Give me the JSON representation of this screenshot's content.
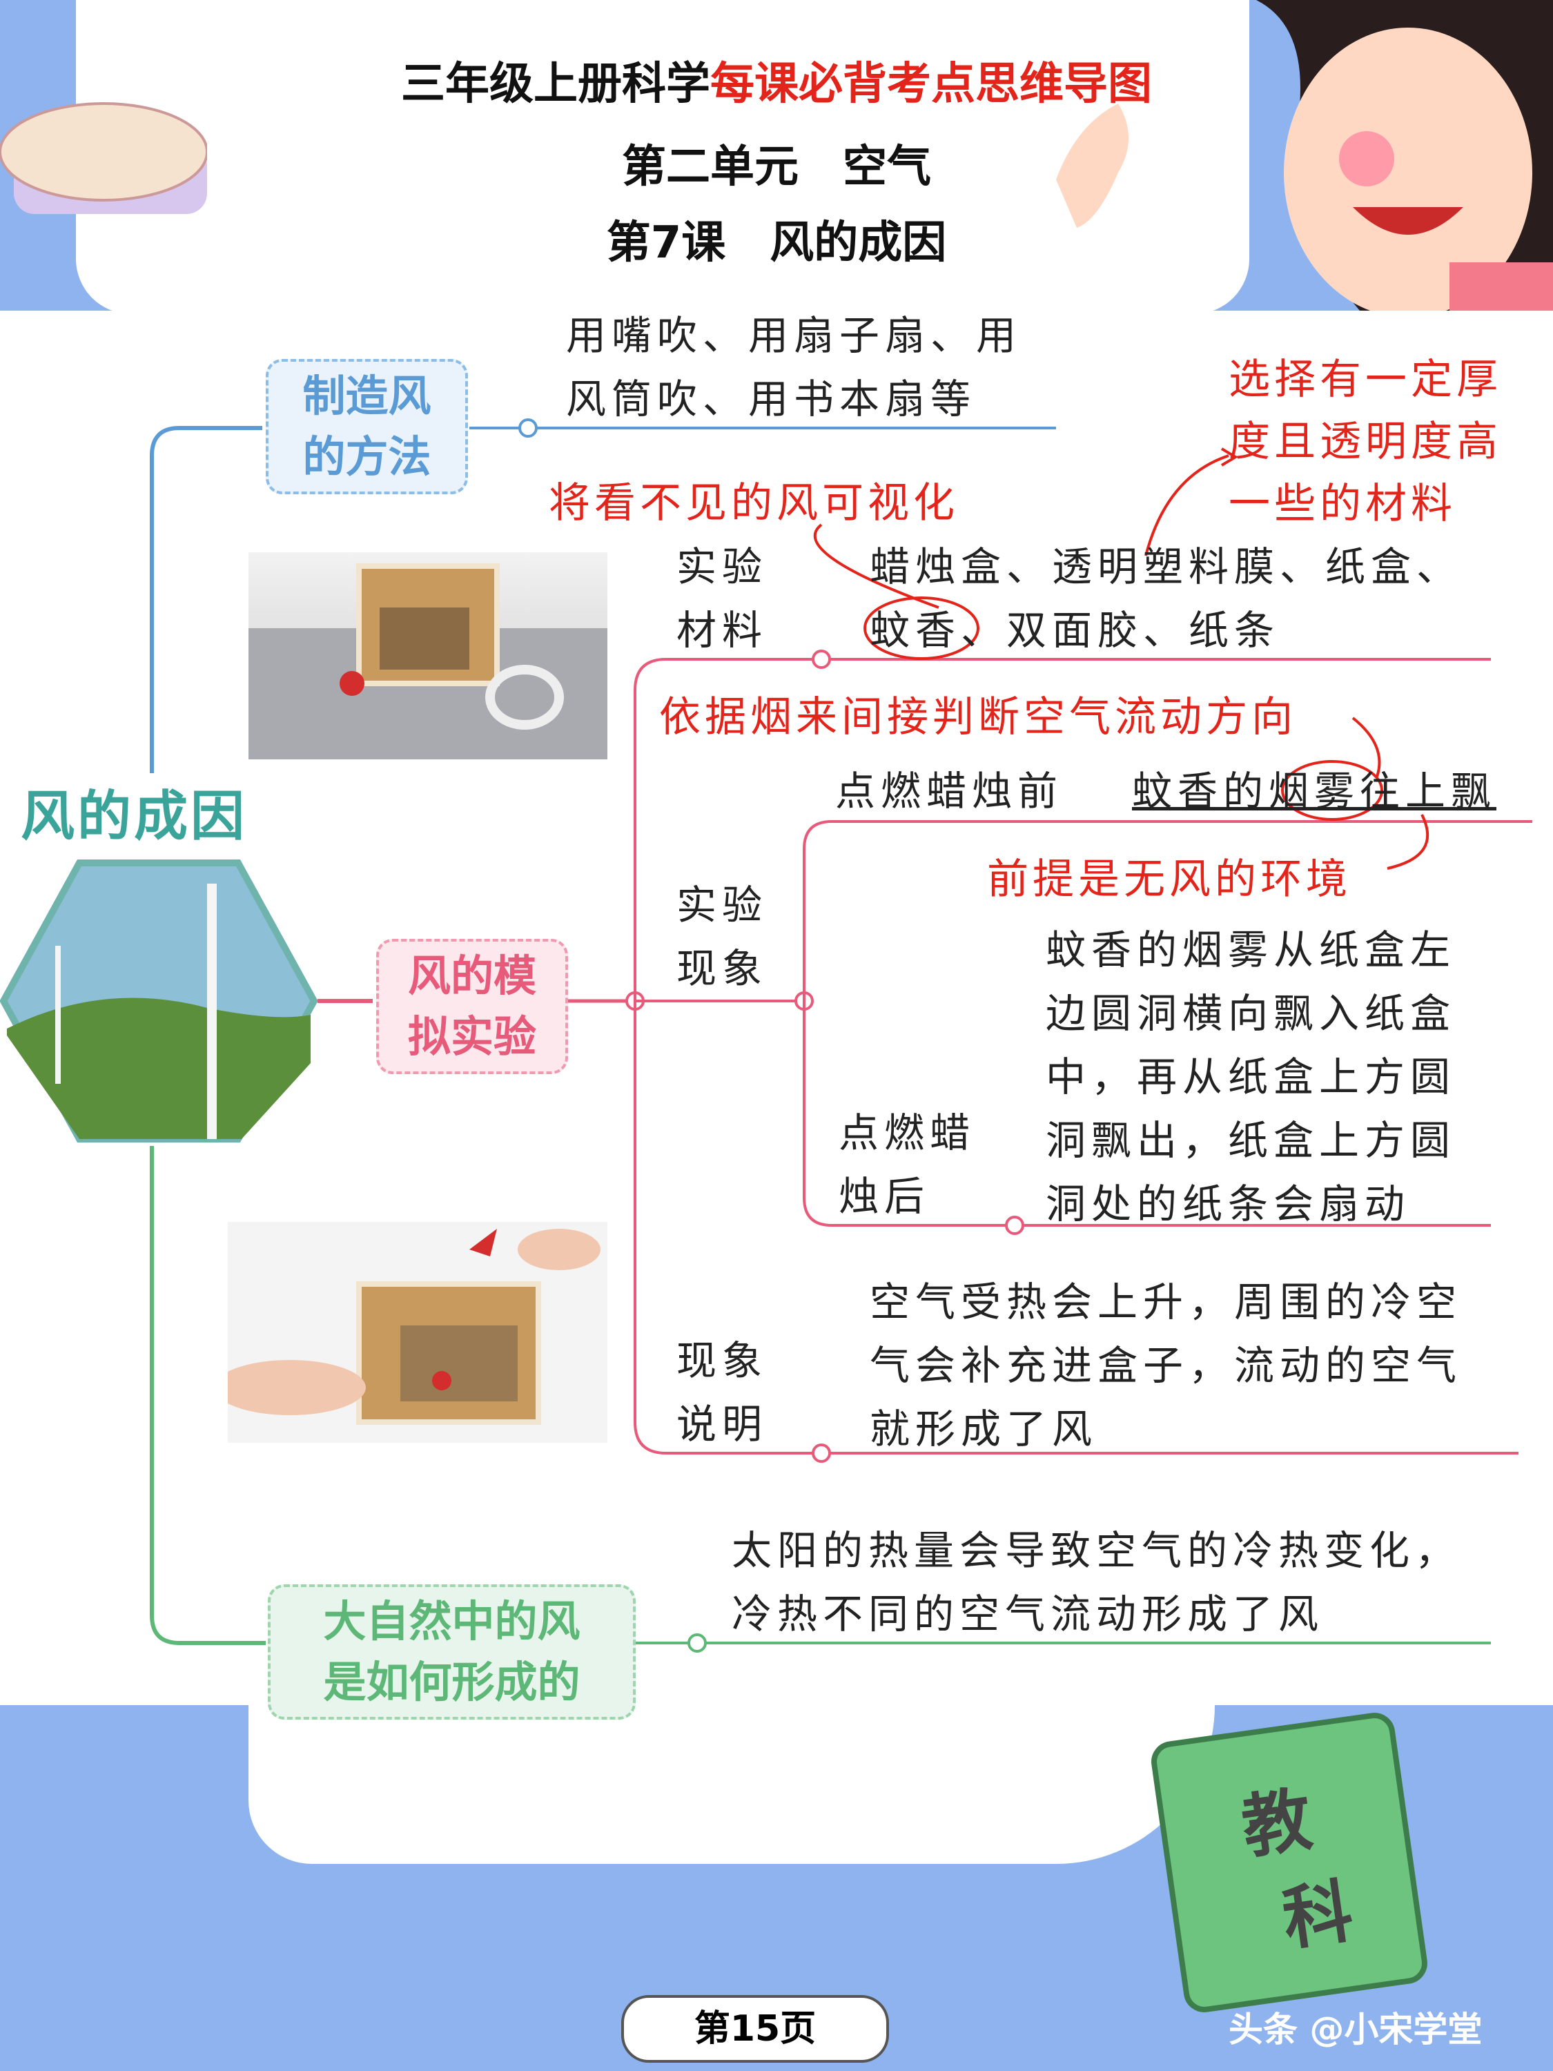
{
  "header": {
    "title_prefix": "三年级上册科学",
    "title_highlight": "每课必背考点思维导图",
    "unit": "第二单元　空气",
    "lesson": "第7课　风的成因"
  },
  "root": {
    "label": "风的成因"
  },
  "branch1": {
    "label_line1": "制造风",
    "label_line2": "的方法",
    "text_line1": "用嘴吹、用扇子扇、用",
    "text_line2": "风筒吹、用书本扇等"
  },
  "branch2": {
    "label_line1": "风的模",
    "label_line2": "拟实验",
    "note_visualize": "将看不见的风可视化",
    "note_material_line1": "选择有一定厚",
    "note_material_line2": "度且透明度高",
    "note_material_line3": "一些的材料",
    "materials_label_line1": "实验",
    "materials_label_line2": "材料",
    "materials_line1": "蜡烛盒、透明塑料膜、纸盒、",
    "materials_line2": "蚊香、双面胶、纸条",
    "note_smoke": "依据烟来间接判断空气流动方向",
    "phenomenon_label_line1": "实验",
    "phenomenon_label_line2": "现象",
    "before_label": "点燃蜡烛前",
    "before_text": "蚊香的烟雾往上飘",
    "note_no_wind": "前提是无风的环境",
    "after_label_line1": "点燃蜡",
    "after_label_line2": "烛后",
    "after_lines": [
      "蚊香的烟雾从纸盒左",
      "边圆洞横向飘入纸盒",
      "中，再从纸盒上方圆",
      "洞飘出，纸盒上方圆",
      "洞处的纸条会扇动"
    ],
    "explain_label_line1": "现象",
    "explain_label_line2": "说明",
    "explain_lines": [
      "空气受热会上升，周围的冷空",
      "气会补充进盒子，流动的空气",
      "就形成了风"
    ]
  },
  "branch3": {
    "label_line1": "大自然中的风",
    "label_line2": "是如何形成的",
    "text_line1": "太阳的热量会导致空气的冷热变化，",
    "text_line2": "冷热不同的空气流动形成了风"
  },
  "book": {
    "line1": "教",
    "line2": "科"
  },
  "footer": {
    "page": "第15页",
    "watermark": "头条 @小宋学堂"
  },
  "colors": {
    "blue_branch": "#5b9bd5",
    "pink_branch": "#e85a7a",
    "green_branch": "#5db878",
    "red_note": "#e3241b",
    "bg_blue": "#8fb3ef"
  }
}
